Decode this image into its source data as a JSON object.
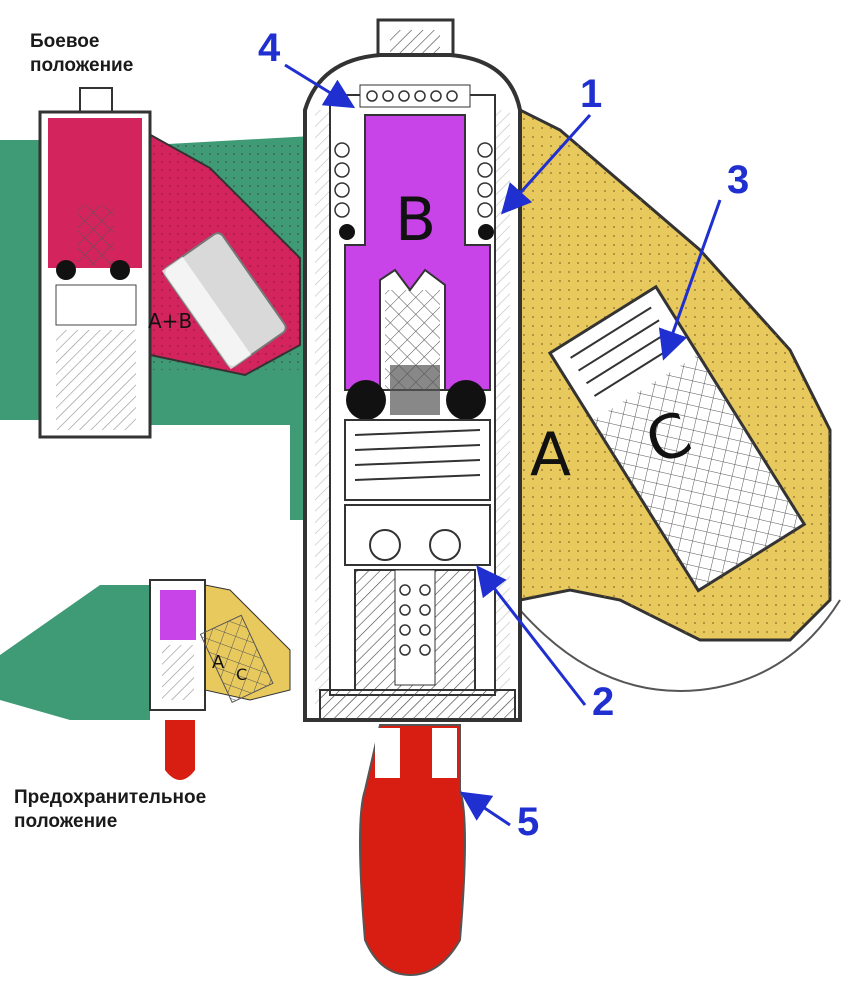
{
  "captions": {
    "combat_line1": "Боевое",
    "combat_line2": "положение",
    "safety_line1": "Предохранительное",
    "safety_line2": "положение"
  },
  "callouts": [
    "1",
    "2",
    "3",
    "4",
    "5"
  ],
  "chamber_labels": {
    "a": "A",
    "b": "B",
    "c": "C",
    "ab": "A+B"
  },
  "colors": {
    "chamber_a": "#e8c95e",
    "chamber_b": "#c843e8",
    "combat_fill": "#d3245e",
    "safety_pin": "#d81e12",
    "background_patch": "#3f9a76",
    "callout": "#1f2fd0"
  }
}
